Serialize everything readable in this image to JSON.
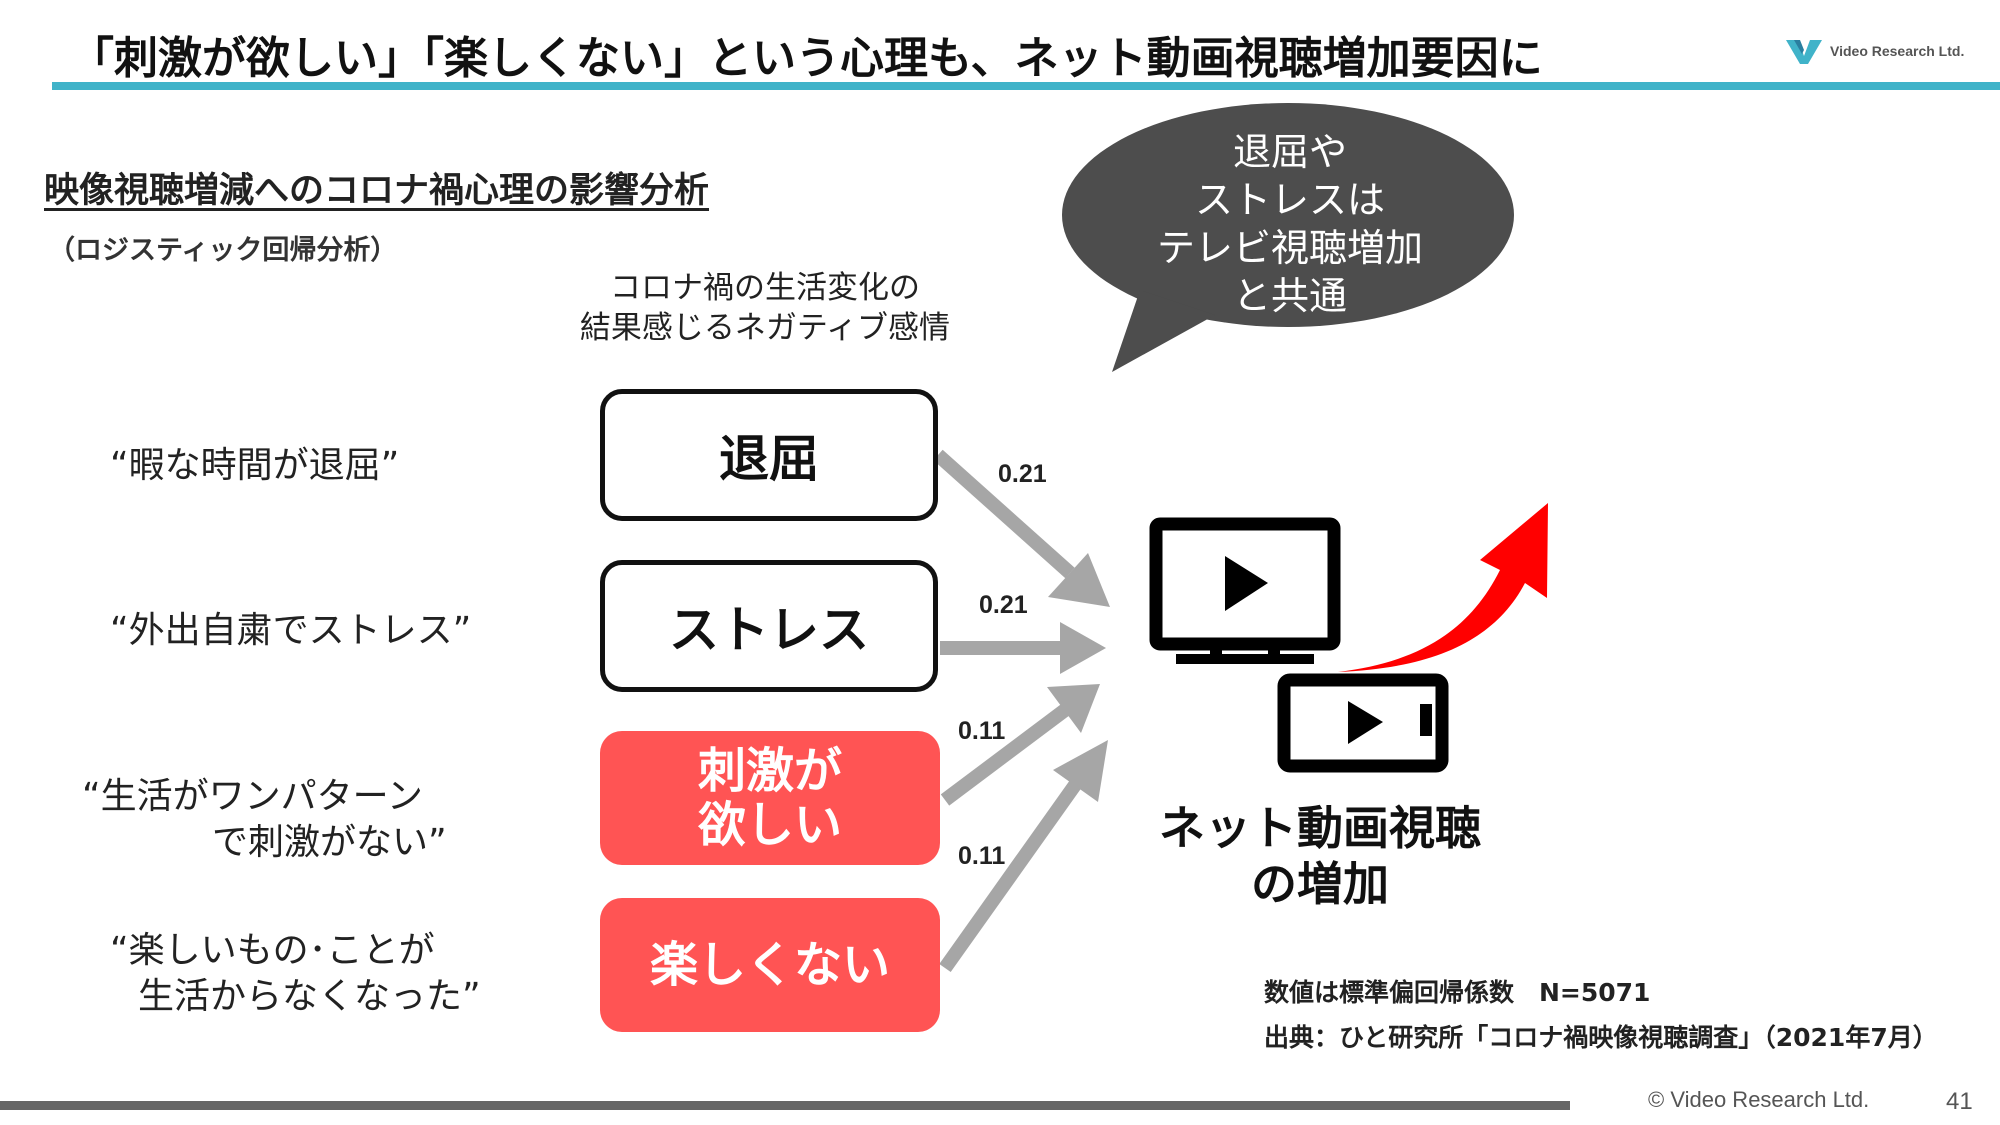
{
  "header": {
    "title": "「刺激が欲しい」「楽しくない」という心理も、ネット動画視聴増加要因に",
    "logo_text": "Video Research Ltd.",
    "accent_color": "#40b3c9"
  },
  "section": {
    "subtitle": "映像視聴増減へのコロナ禍心理の影響分析",
    "method": "（ロジスティック回帰分析）",
    "column_heading_line1": "コロナ禍の生活変化の",
    "column_heading_line2": "結果感じるネガティブ感情"
  },
  "quotes": [
    {
      "line1": "“暇な時間が退屈”",
      "line2": ""
    },
    {
      "line1": "“外出自粛でストレス”",
      "line2": ""
    },
    {
      "line1": "“生活がワンパターン",
      "line2": "で刺激がない”"
    },
    {
      "line1": "“楽しいもの･ことが",
      "line2": "生活からなくなった”"
    }
  ],
  "factors": [
    {
      "line1": "退屈",
      "line2": "",
      "coefficient": "0.21",
      "style": "outline"
    },
    {
      "line1": "ストレス",
      "line2": "",
      "coefficient": "0.21",
      "style": "outline"
    },
    {
      "line1": "刺激が",
      "line2": "欲しい",
      "coefficient": "0.11",
      "style": "red"
    },
    {
      "line1": "楽しくない",
      "line2": "",
      "coefficient": "0.11",
      "style": "red"
    }
  ],
  "speech_bubble": {
    "line1": "退屈や",
    "line2": "ストレスは",
    "line3": "テレビ視聴増加",
    "line4": "と共通"
  },
  "outcome": {
    "line1": "ネット動画視聴",
    "line2": "の増加",
    "icons": [
      "tv-play-icon",
      "smartphone-play-icon",
      "up-arrow-icon"
    ]
  },
  "notes": {
    "coefficient_note": "数値は標準偏回帰係数　N=5071",
    "source": "出典：ひと研究所「コロナ禍映像視聴調査」（2021年7月）"
  },
  "footer": {
    "copyright": "© Video Research Ltd.",
    "page_number": "41"
  },
  "colors": {
    "red_box": "#ff5454",
    "arrow_gray": "#a6a6a6",
    "bubble": "#4d4d4d",
    "up_arrow": "#ff0000"
  }
}
